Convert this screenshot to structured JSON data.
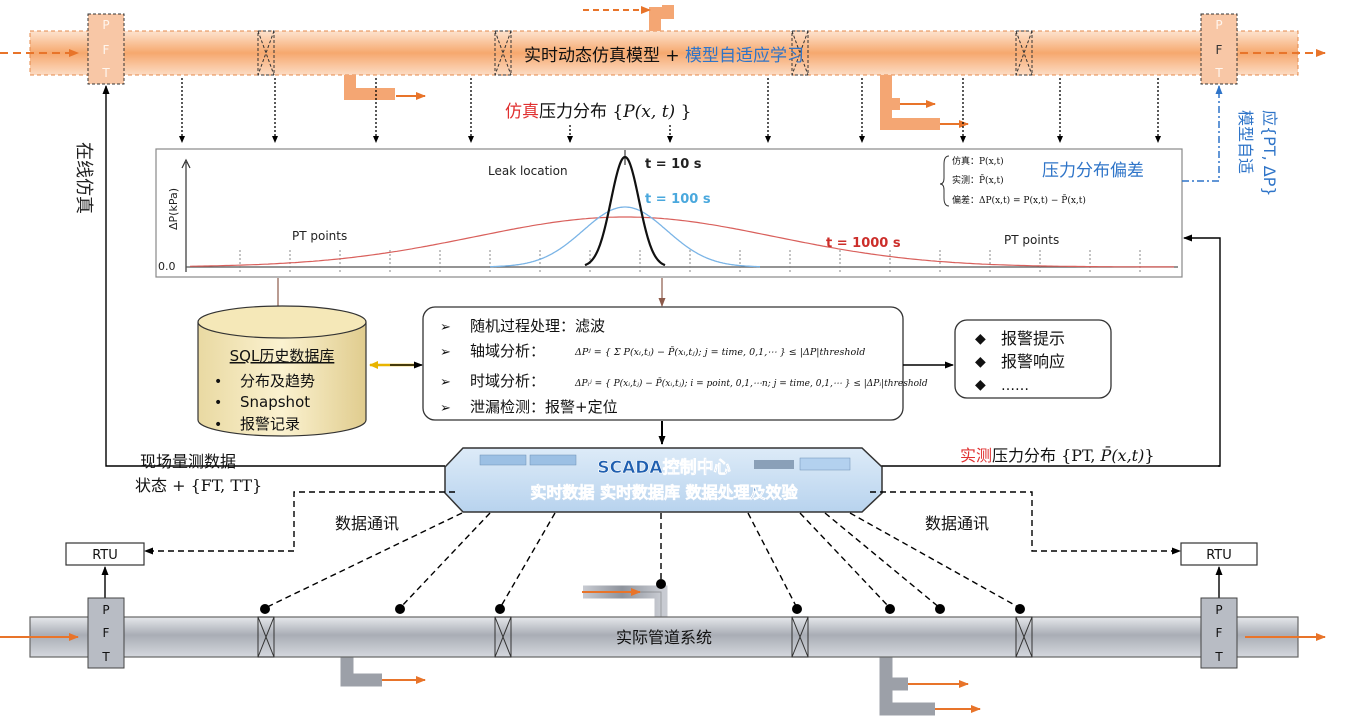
{
  "top_pipe": {
    "title_prefix": "实时动态仿真模型 + ",
    "title_suffix": "模型自适应学习",
    "pft_letters": [
      "P",
      "F",
      "T"
    ]
  },
  "sim_dist": {
    "red": "仿真",
    "rest": "压力分布 {",
    "formula": "P(x, t)",
    "close": " }"
  },
  "chart": {
    "ylabel": "ΔP(kPa)",
    "zero": "0.0",
    "leak": "Leak location",
    "t10": "t = 10 s",
    "t100": "t = 100 s",
    "t1000": "t = 1000 s",
    "pt_left": "PT points",
    "pt_right": "PT points",
    "legend": [
      "仿真：P(x,t)",
      "实测：P̄(x,t)",
      "偏差：ΔP(x,t) = P(x,t) − P̄(x,t)"
    ],
    "deviation": "压力分布偏差"
  },
  "model_adapt": {
    "line1": "模型自适",
    "line2": "应{PT, ΔP}"
  },
  "online_sim": "在线仿真",
  "db": {
    "title": "SQL历史数据库",
    "items": [
      "分布及趋势",
      "Snapshot",
      "报警记录"
    ]
  },
  "analysis": {
    "items": [
      "随机过程处理：滤波",
      "轴域分析：",
      "时域分析：",
      "泄漏检测：报警+定位"
    ],
    "axis_formula": "ΔPʲ = { Σ P(xᵢ,tⱼ) − P̄(xᵢ,tⱼ); j = time, 0,1,⋯ } ≤ |ΔP|threshold",
    "time_formula": "ΔPᵢʲ = { P(xᵢ,tⱼ) − P̄(xᵢ,tⱼ); i = point, 0,1,⋯n; j = time, 0,1,⋯ } ≤ |ΔPᵢ|threshold"
  },
  "alarm": {
    "items": [
      "报警提示",
      "报警响应",
      "……"
    ]
  },
  "scada": {
    "title": "SCADA控制中心",
    "subtitle": "实时数据  实时数据库  数据处理及效验"
  },
  "field": {
    "line1": "现场量测数据",
    "line2": "状态 + {FT, TT}"
  },
  "measured": {
    "red": "实测",
    "rest": "压力分布 {PT, ",
    "formula": "P̄(x,t)",
    "close": "}"
  },
  "comm_left": "数据通讯",
  "comm_right": "数据通讯",
  "rtu_left": "RTU",
  "rtu_right": "RTU",
  "bottom_pipe": {
    "title": "实际管道系统",
    "pft_letters": [
      "P",
      "F",
      "T"
    ]
  },
  "colors": {
    "orange_pipe": "#F8B58A",
    "arrow_orange": "#E8742A",
    "sim_red": "#E03030",
    "blue_text": "#2E74C8",
    "grey_pipe": "#A8ACB4"
  }
}
